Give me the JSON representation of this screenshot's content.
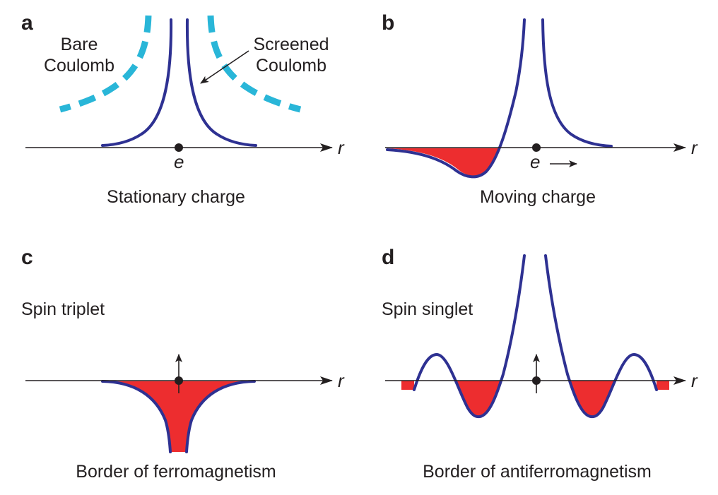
{
  "panels": {
    "a": {
      "letter": "a",
      "left_label_line1": "Bare",
      "left_label_line2": "Coulomb",
      "right_label_line1": "Screened",
      "right_label_line2": "Coulomb",
      "axis_label": "r",
      "charge_label": "e",
      "caption": "Stationary charge"
    },
    "b": {
      "letter": "b",
      "axis_label": "r",
      "charge_label": "e",
      "caption": "Moving charge"
    },
    "c": {
      "letter": "c",
      "spin_label": "Spin triplet",
      "axis_label": "r",
      "caption": "Border of ferromagnetism"
    },
    "d": {
      "letter": "d",
      "spin_label": "Spin singlet",
      "axis_label": "r",
      "caption": "Border of antiferromagnetism"
    }
  },
  "colors": {
    "potential": "#2e3192",
    "bare_coulomb": "#29b6d8",
    "attractive_region": "#ed2d2f",
    "ink": "#231f20"
  }
}
